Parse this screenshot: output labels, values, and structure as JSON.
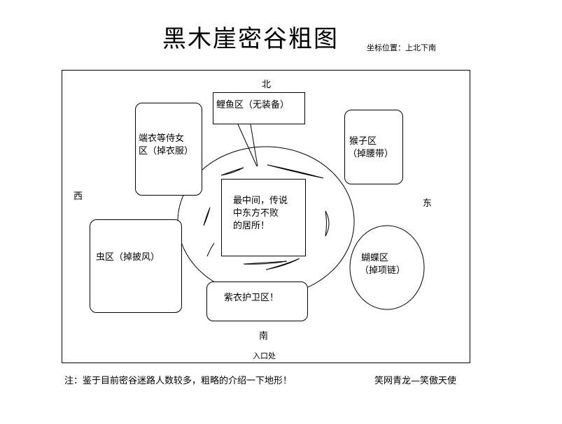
{
  "title": "黑木崖密谷粗图",
  "coordinate_note": "坐标位置：上北下南",
  "directions": {
    "north": "北",
    "south": "南",
    "west": "西",
    "east": "东",
    "entrance": "入口处"
  },
  "zones": {
    "carp": "鲤鱼区（无装备）",
    "maid_line1": "端衣等侍女",
    "maid_line2": "区（掉衣服）",
    "monkey_line1": "猴子区",
    "monkey_line2": "（掉腰带）",
    "center_line1": "最中间，传说",
    "center_line2": "中东方不败",
    "center_line3": "的居所！",
    "insect": "虫区（掉披风）",
    "butterfly_line1": "蝴蝶区",
    "butterfly_line2": "（掉项链）",
    "guard": "紫衣护卫区！"
  },
  "footer": {
    "note": "注：鉴于目前密谷迷路人数较多，粗略的介绍一下地形！",
    "author": "笑网青龙—笑傲天使"
  }
}
